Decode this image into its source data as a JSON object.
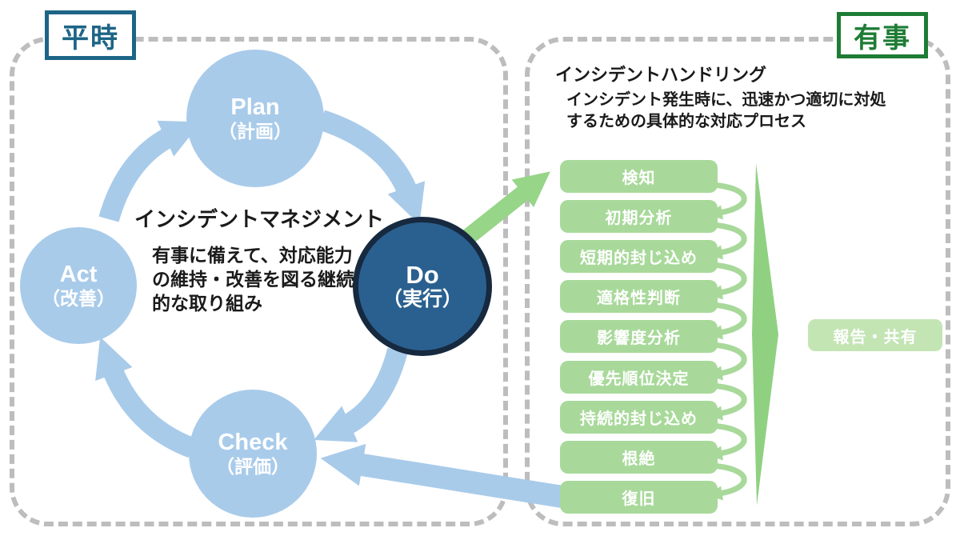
{
  "left_panel": {
    "label": "平時",
    "heading": "インシデントマネジメント",
    "description": "有事に備えて、対応能力\nの維持・改善を図る継続\n的な取り組み",
    "cycle": [
      {
        "en": "Plan",
        "jp": "（計画）"
      },
      {
        "en": "Do",
        "jp": "（実行）"
      },
      {
        "en": "Check",
        "jp": "（評価）"
      },
      {
        "en": "Act",
        "jp": "（改善）"
      }
    ]
  },
  "right_panel": {
    "label": "有事",
    "heading": "インシデントハンドリング",
    "description": "インシデント発生時に、迅速かつ適切に対処\nするための具体的な対応プロセス",
    "steps": [
      "検知",
      "初期分析",
      "短期的封じ込め",
      "適格性判断",
      "影響度分析",
      "優先順位決定",
      "持続的封じ込め",
      "根絶",
      "復旧"
    ],
    "output": "報告・共有"
  },
  "colors": {
    "light_blue": "#a9cbea",
    "do_fill": "#2a608f",
    "do_border": "#16293f",
    "green_box": "#a8d99a",
    "green_arrow": "#97d588",
    "green_light": "#c3e5b4",
    "heiji_accent": "#1d6586",
    "yuji_accent": "#1e7c35",
    "dash_gray": "#bdbdbd"
  }
}
